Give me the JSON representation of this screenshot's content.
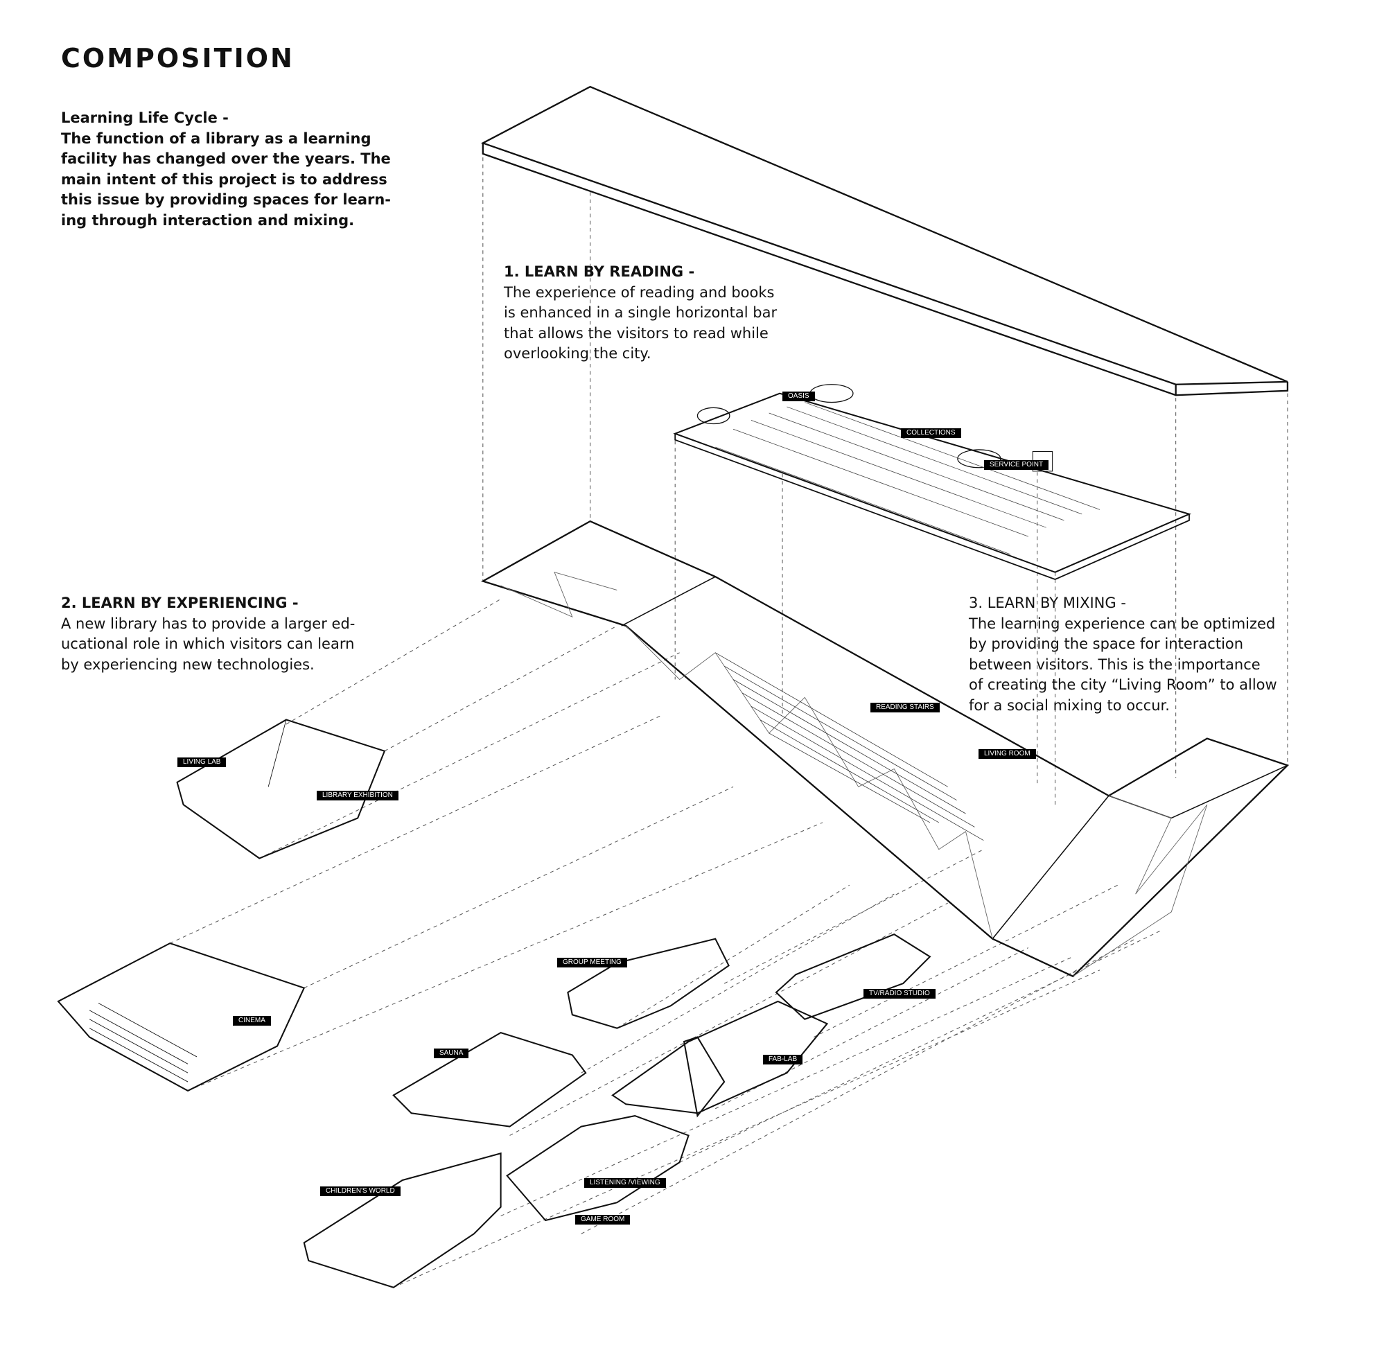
{
  "title": "COMPOSITION",
  "intro": {
    "heading": "Learning Life Cycle -",
    "body": "The function of a library as a learning\nfacility has changed over the years. The\nmain intent of this project is to address\nthis issue by providing spaces for learn-\ning through interaction and mixing."
  },
  "sections": [
    {
      "heading": "1. LEARN BY READING -",
      "body": "The experience of reading and books\nis enhanced in a single horizontal bar\nthat allows the visitors to read while\noverlooking the city."
    },
    {
      "heading": "2. LEARN BY EXPERIENCING -",
      "body": "A new library has to provide a larger ed-\nucational role in which visitors can learn\nby experiencing new technologies."
    },
    {
      "heading": "3. LEARN BY MIXING -",
      "body": "The learning experience can be optimized\nby providing the space for interaction\nbetween visitors. This is the importance\nof creating the city “Living Room” to allow\nfor a social mixing to occur."
    }
  ],
  "labels": {
    "oasis": "OASIS",
    "collections": "COLLECTIONS",
    "service_point": "SERVICE POINT",
    "reading_stairs": "READING STAIRS",
    "living_room": "LIVING ROOM",
    "living_lab": "LIVING LAB",
    "library_exhibition": "LIBRARY EXHIBITION",
    "cinema": "CINEMA",
    "group_meeting": "GROUP MEETING",
    "tv_radio_studio": "TV/RADIO STUDIO",
    "sauna": "SAUNA",
    "fab_lab": "FAB-LAB",
    "childrens_world": "CHILDREN'S WORLD",
    "listening_viewing": "LISTENING /VIEWING",
    "game_room": "GAME ROOM"
  }
}
